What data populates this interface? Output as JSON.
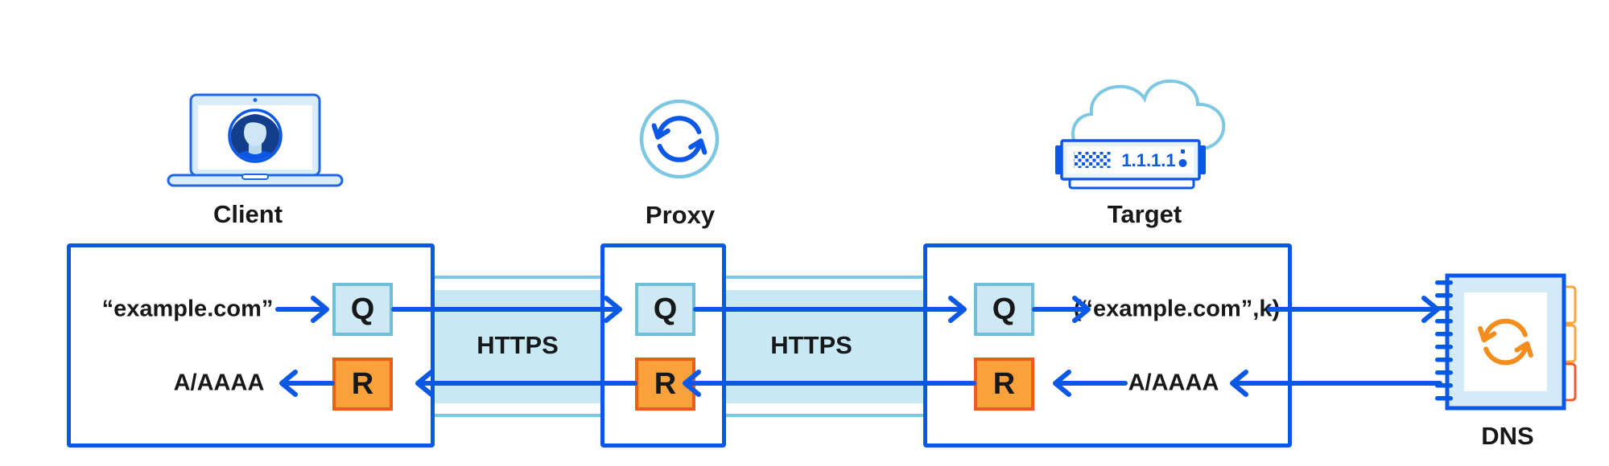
{
  "colors": {
    "primary_blue": "#0b57e6",
    "light_blue_stroke": "#7cc8e2",
    "pale_band_fill": "#c8e8f4",
    "q_fill": "#cfe9f4",
    "q_border": "#6fbfd9",
    "r_fill": "#f9a23c",
    "r_border": "#f2591d",
    "dns_refresh_orange": "#f28d1e",
    "text_dark": "#17181a"
  },
  "nodes": {
    "client": {
      "label": "Client"
    },
    "proxy": {
      "label": "Proxy"
    },
    "target": {
      "label": "Target",
      "device_display": "1.1.1.1"
    },
    "dns": {
      "label": "DNS"
    }
  },
  "flows": {
    "client_query": "“example.com”",
    "client_response": "A/AAAA",
    "target_query": "(“example.com”,k)",
    "target_response": "A/AAAA",
    "q": "Q",
    "r": "R",
    "https_left": "HTTPS",
    "https_right": "HTTPS"
  }
}
